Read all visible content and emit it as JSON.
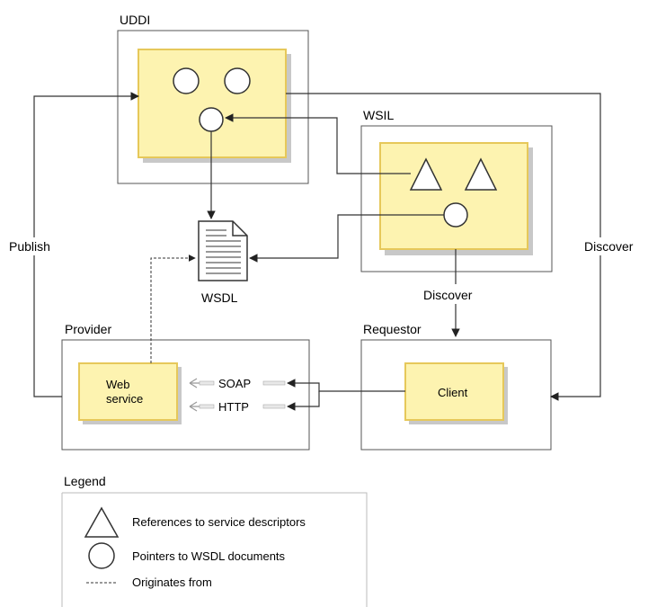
{
  "labels": {
    "uddi": "UDDI",
    "wsil": "WSIL",
    "wsdl": "WSDL",
    "provider": "Provider",
    "requestor": "Requestor",
    "publish": "Publish",
    "discover_right": "Discover",
    "discover_mid": "Discover",
    "web_service_line1": "Web",
    "web_service_line2": "service",
    "client": "Client",
    "soap": "SOAP",
    "http": "HTTP"
  },
  "legend": {
    "title": "Legend",
    "triangle": "References to service descriptors",
    "circle": "Pointers to WSDL documents",
    "dashed": "Originates from"
  },
  "colors": {
    "box_fill": "#fdf3b0",
    "box_border": "#e6c85a",
    "shadow": "#c8c8c8",
    "line": "#333333"
  }
}
